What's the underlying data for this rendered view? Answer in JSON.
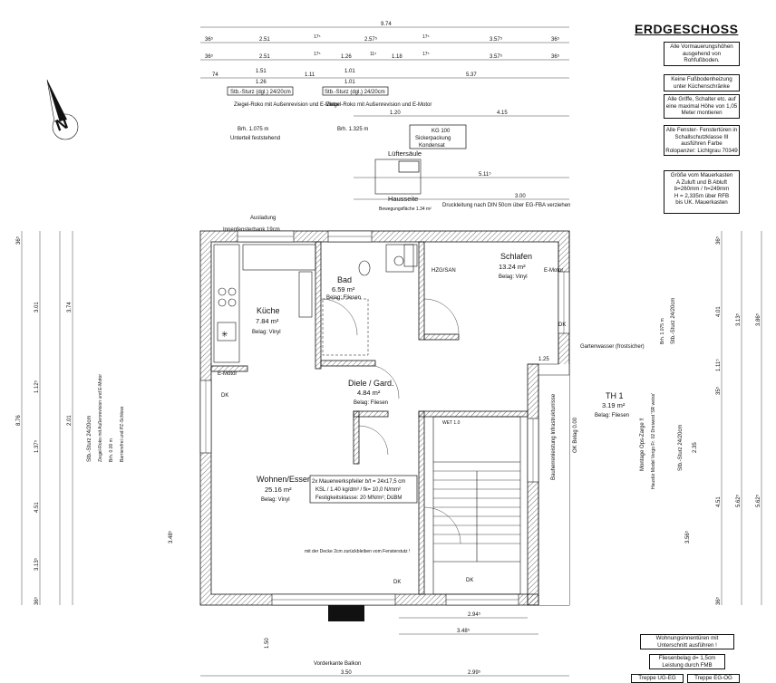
{
  "title": "ERDGESCHOSS",
  "notes": [
    "Alle Vormauerungshöhen ausgehend von Rohfußboden.",
    "Keine Fußbodenheizung unter Küchenschränke",
    "Alle Griffe, Schalter etc. auf eine maximal Höhe von 1,05 Meter montieren",
    "Alle Fenster- Fenstertüren in Schallschutzklasse III ausführen Farbe Rolopanzer: Lichtgrau 70349"
  ],
  "mauerkasten": {
    "title": "Größe vom Mauerkasten",
    "line1": "A Zuluft und B Abluft",
    "line2": "b=260mm / h=249mm",
    "line3": "H = 2,335m über RFB",
    "line4": "bis UK. Mauerkasten"
  },
  "bottom_notes": {
    "doors": "Wohnungsinnentüren mit Unterschnitt ausführen !",
    "fliesen": "Fliesenbelag d= 1,5cm Leistung durch FMB",
    "treppe1": "Treppe UG-EG",
    "treppe2": "Treppe EG-OG"
  },
  "dims_top": {
    "total": "9.74",
    "row1": [
      "36⁵",
      "2.51",
      "17⁵",
      "2.57⁵",
      "17⁵",
      "3.57⁵",
      "36⁵"
    ],
    "row2": [
      "36⁵",
      "2.51",
      "17⁵",
      "1.26",
      "11⁵",
      "1.18",
      "17⁵",
      "3.57⁵",
      "36⁵"
    ],
    "row3a": [
      "1.51",
      "1.01"
    ],
    "row3": [
      "74",
      "1.26",
      "1.11",
      "1.01",
      "5.37"
    ],
    "kg": "1.20",
    "kg2": "4.15",
    "kg3": "5.11⁵",
    "kg4": "3.00"
  },
  "lintels": {
    "sturz1": "Stb.-Sturz (dgl.) 24/20cm",
    "sturz2": "Stb.-Sturz (dgl.) 24/20cm",
    "roko1": "Ziegel-Roko mit Außenrevision und E-Motor",
    "brh1": "Brh. 1.075 m",
    "unterteil": "Unterteil feststehend",
    "roko2": "Ziegel-Roko mit Außenrevision und E-Motor",
    "brh2": "Brh. 1.325 m"
  },
  "rooms": {
    "kueche": {
      "name": "Küche",
      "area": "7.84 m²",
      "floor": "Belag: Vinyl"
    },
    "bad": {
      "name": "Bad",
      "area": "6.59 m²",
      "floor": "Belag: Fliesen"
    },
    "schlafen": {
      "name": "Schlafen",
      "area": "13.24 m²",
      "floor": "Belag: Vinyl"
    },
    "diele": {
      "name": "Diele / Gard.",
      "area": "4.84 m²",
      "floor": "Belag: Fliesen"
    },
    "wohnen": {
      "name": "Wohnen/Essen",
      "area": "25.16 m²",
      "floor": "Belag: Vinyl"
    },
    "th1": {
      "name": "TH 1",
      "area": "3.19 m²",
      "floor": "Belag: Fliesen"
    }
  },
  "labels": {
    "lueftersaule": "Lüftersäule",
    "hausseite": "Hausseite",
    "bewegung": "Bewegungsfläche 1.34 m²",
    "kg100": "KG 100",
    "sickerpackung": "Sickerpackung",
    "kondensat": "Kondensat",
    "druckleitung": "Druckleitung nach DIN 50cm über EG-FBA verziehen",
    "ausladung": "Ausladung",
    "innenfensterbank": "Innenfensterbank 19cm",
    "gartenwasser": "Gartenwasser (frostsicher)",
    "emotor": "E-Motor",
    "dk": "DK",
    "hzg": "HZG/SAN",
    "wet": "WET 1.0",
    "balkon": "Vorderkante Balkon",
    "decke": "mit der Decke 2cm zurückbleiben vom Fensterstutz !",
    "mauerwerk1": "2x Mauerwerkspfeiler b/t = 24x17,5 cm",
    "mauerwerk2": "KSL / 1.40 kg/dm³ / fk= 10,0 N/mm²",
    "mauerwerk3": "Festigkeitsklasse: 20 MN/m²; DüBM",
    "montage": "Montage Ops-Zarge !!",
    "brandschutz": "Bauherrenleistung Infrastrukturrisse",
    "ok": "OK Belag 0.00",
    "sturz_right": "Stb.-Sturz 24/20cm",
    "sturz_right2": "Stb.-Sturz 24/20cm",
    "roko_right": "Ziegel-Roko mit Außenrevision und E-Motor",
    "brh_right": "Brh. 1.075 m",
    "barriere": "Barrierefrei und PZ-Schloss",
    "haustuer": "Haustür Model Vergo Fr. 02 Dreiwest 'SR weiss'",
    "brh_left": "Brh. 0.00 m",
    "sturz_left": "Stb.-Sturz 24/20cm",
    "roko_left": "Ziegel-Roko mit Außenrevision und E-Motor"
  },
  "dims_left": [
    "36⁵",
    "3.01",
    "1.12⁵",
    "1.37⁵",
    "4.51",
    "3.13⁵",
    "36⁵"
  ],
  "dims_left_total": "8.76",
  "dims_left2": [
    "3.74",
    "2.01",
    "3.48⁵"
  ],
  "dims_right": [
    "36⁵",
    "4.01",
    "1.11⁵",
    "35⁵",
    "4.51",
    "3.56⁵",
    "36⁵"
  ],
  "dims_right_total": "5.62⁵",
  "dims_right2": [
    "3.86⁵",
    "3.13⁵",
    "2.35",
    "5.62⁵"
  ],
  "dims_bottom": {
    "a": "3.50",
    "b": "2.99⁵",
    "c": "2.94⁵",
    "d": "3.48⁵",
    "e": "1.50",
    "f": "1.25"
  }
}
